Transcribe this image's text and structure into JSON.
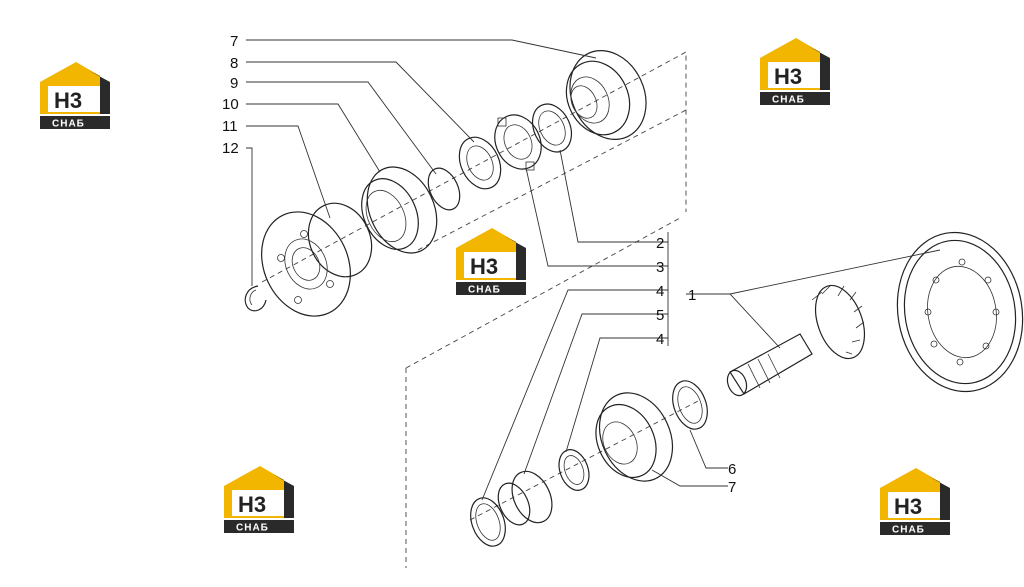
{
  "diagram": {
    "callouts": [
      "1",
      "2",
      "3",
      "4",
      "5",
      "4",
      "6",
      "7",
      "7",
      "8",
      "9",
      "10",
      "11",
      "12"
    ]
  },
  "watermark": {
    "brand_top": "H3",
    "brand_bottom": "СНАБ",
    "colors": {
      "yellow": "#f2b600",
      "dark": "#2a2a2a"
    }
  }
}
